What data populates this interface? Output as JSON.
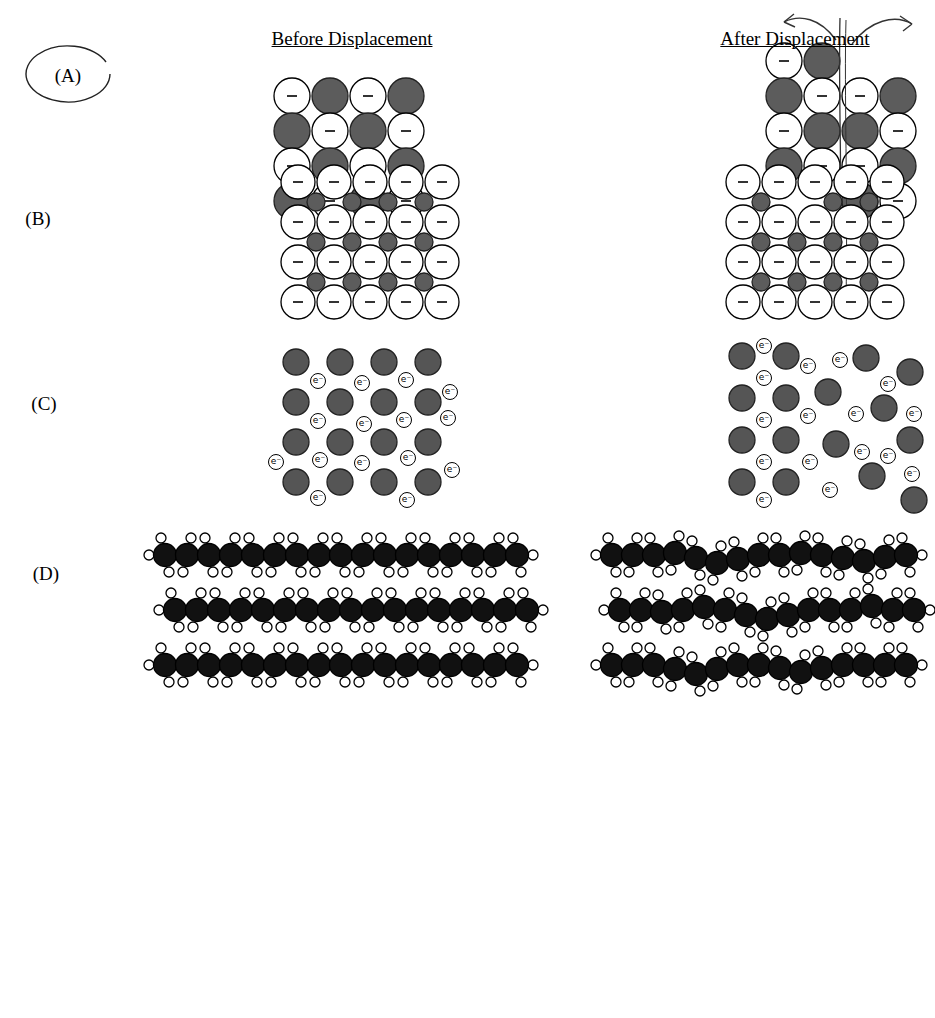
{
  "diagram": {
    "nodes": [
      {
        "text": [
          "(A)"
        ]
      },
      {
        "text": [
          "e⁻"
        ]
      },
      {
        "text": [
          "e⁻"
        ]
      },
      {
        "text": [
          "e⁻"
        ]
      },
      {
        "text": [
          "e⁻"
        ]
      },
      {
        "text": [
          "e⁻"
        ]
      },
      {
        "text": [
          "e⁻"
        ]
      },
      {
        "text": [
          "e⁻"
        ]
      },
      {
        "text": [
          "e⁻"
        ]
      },
      {
        "text": [
          "e⁻"
        ]
      },
      {
        "text": [
          "e⁻"
        ]
      },
      {
        "text": [
          "e⁻"
        ]
      },
      {
        "text": [
          "e⁻"
        ]
      },
      {
        "text": [
          "e⁻"
        ]
      },
      {
        "text": [
          "e⁻"
        ]
      },
      {
        "text": [
          "e⁻"
        ]
      },
      {
        "text": [
          "e⁻"
        ]
      },
      {
        "text": [
          "e⁻"
        ]
      },
      {
        "text": [
          "e⁻"
        ]
      },
      {
        "text": [
          "e⁻"
        ]
      },
      {
        "text": [
          "e⁻"
        ]
      },
      {
        "text": [
          "e⁻"
        ]
      },
      {
        "text": [
          "e⁻"
        ]
      },
      {
        "text": [
          "e⁻"
        ]
      },
      {
        "text": [
          "e⁻"
        ]
      },
      {
        "text": [
          "e⁻"
        ]
      },
      {
        "text": [
          "e⁻"
        ]
      },
      {
        "text": [
          "e⁻"
        ]
      },
      {
        "text": [
          "e⁻"
        ]
      },
      {
        "text": [
          "e⁻"
        ]
      },
      {
        "text": [
          "e⁻"
        ]
      },
      {
        "text": [
          "e⁻"
        ]
      }
    ],
    "labels": [
      "Before Displacement",
      "After Displacement",
      "(B)",
      "(C)",
      "(D)"
    ]
  }
}
